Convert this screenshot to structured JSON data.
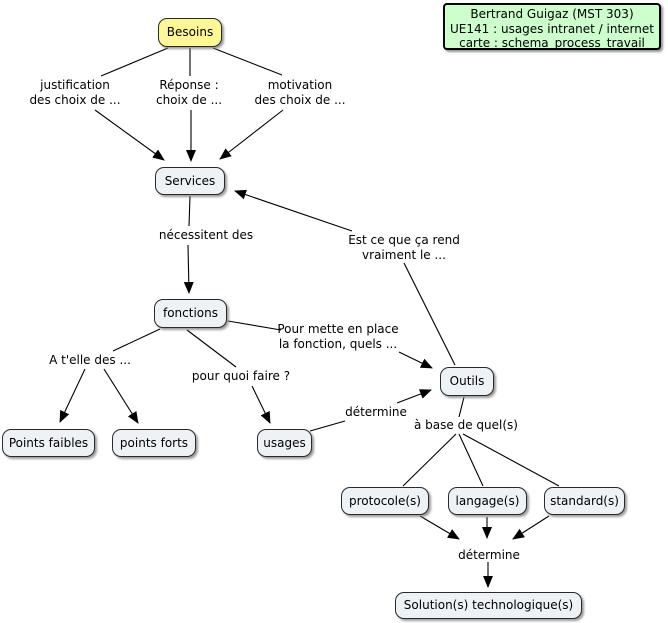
{
  "title_box": {
    "author": "Bertrand Guigaz (MST 303)",
    "course": "UE141 : usages intranet / internet",
    "map": "carte : schema_process_travail"
  },
  "nodes": {
    "besoins": {
      "label": "Besoins"
    },
    "services": {
      "label": "Services"
    },
    "fonctions": {
      "label": "fonctions"
    },
    "outils": {
      "label": "Outils"
    },
    "points_faibles": {
      "label": "Points faibles"
    },
    "points_forts": {
      "label": "points forts"
    },
    "usages": {
      "label": "usages"
    },
    "protocoles": {
      "label": "protocole(s)"
    },
    "langages": {
      "label": "langage(s)"
    },
    "standards": {
      "label": "standard(s)"
    },
    "solutions": {
      "label": "Solution(s) technologique(s)"
    }
  },
  "edge_labels": {
    "justification": {
      "text": "justification\ndes choix de ..."
    },
    "reponse": {
      "text": "Réponse :\nchoix de ..."
    },
    "motivation": {
      "text": "motivation\ndes choix de ..."
    },
    "necessitent": {
      "text": "nécessitent des"
    },
    "est_ce_que": {
      "text": "Est ce que ça rend\nvraiment le ..."
    },
    "a_t_elle": {
      "text": "A t'elle des ..."
    },
    "pour_quoi": {
      "text": "pour quoi faire ?"
    },
    "pour_mettre": {
      "text": "Pour mette en place\nla fonction, quels ..."
    },
    "determine_mid": {
      "text": "détermine"
    },
    "a_base": {
      "text": "à base de quel(s)"
    },
    "determine_bottom": {
      "text": "détermine"
    }
  },
  "edges": [
    {
      "from": "Besoins",
      "label": "justification des choix de ...",
      "to": "Services"
    },
    {
      "from": "Besoins",
      "label": "Réponse : choix de ...",
      "to": "Services"
    },
    {
      "from": "Besoins",
      "label": "motivation des choix de ...",
      "to": "Services"
    },
    {
      "from": "Services",
      "label": "nécessitent des",
      "to": "fonctions"
    },
    {
      "from": "Outils",
      "label": "Est ce que ça rend vraiment le ...",
      "to": "Services"
    },
    {
      "from": "fonctions",
      "label": "A t'elle des ...",
      "to": "Points faibles"
    },
    {
      "from": "fonctions",
      "label": "A t'elle des ...",
      "to": "points forts"
    },
    {
      "from": "fonctions",
      "label": "pour quoi faire ?",
      "to": "usages"
    },
    {
      "from": "fonctions",
      "label": "Pour mette en place la fonction, quels ...",
      "to": "Outils"
    },
    {
      "from": "usages",
      "label": "détermine",
      "to": "Outils"
    },
    {
      "from": "Outils",
      "label": "à base de quel(s)",
      "to": "protocole(s)"
    },
    {
      "from": "Outils",
      "label": "à base de quel(s)",
      "to": "langage(s)"
    },
    {
      "from": "Outils",
      "label": "à base de quel(s)",
      "to": "standard(s)"
    },
    {
      "from": "protocole(s)",
      "label": "détermine",
      "to": "Solution(s) technologique(s)"
    },
    {
      "from": "langage(s)",
      "label": "détermine",
      "to": "Solution(s) technologique(s)"
    },
    {
      "from": "standard(s)",
      "label": "détermine",
      "to": "Solution(s) technologique(s)"
    }
  ],
  "colors": {
    "node_fill": "#edf2f6",
    "besoins_fill": "#fdf796",
    "info_fill": "#ccffcc",
    "line": "#000000"
  }
}
